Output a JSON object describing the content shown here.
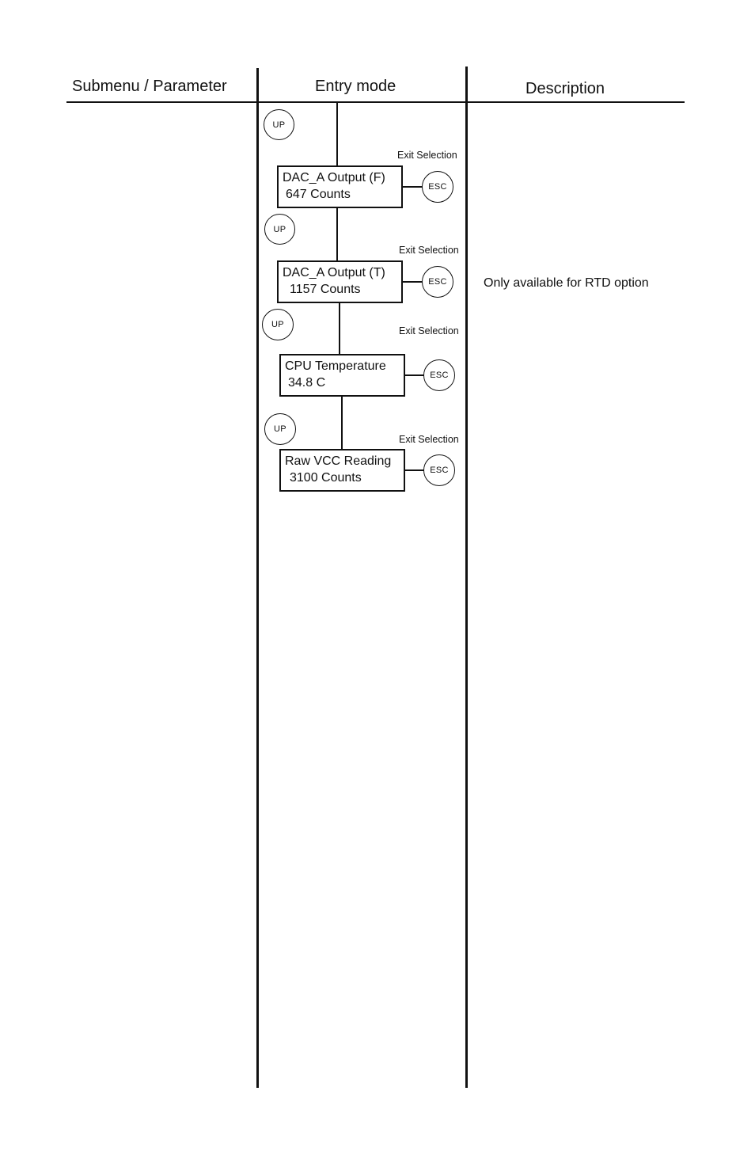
{
  "headers": {
    "col1": "Submenu / Parameter",
    "col2": "Entry mode",
    "col3": "Description"
  },
  "buttons": {
    "up": "UP",
    "esc": "ESC"
  },
  "exit_label": "Exit Selection",
  "steps": [
    {
      "title": "DAC_A Output (F)",
      "value": "647 Counts",
      "description": ""
    },
    {
      "title": "DAC_A Output (T)",
      "value": "1157 Counts",
      "description": "Only available for RTD option"
    },
    {
      "title": "CPU Temperature",
      "value": "34.8 C",
      "description": ""
    },
    {
      "title": "Raw VCC Reading",
      "value": "3100 Counts",
      "description": ""
    }
  ]
}
